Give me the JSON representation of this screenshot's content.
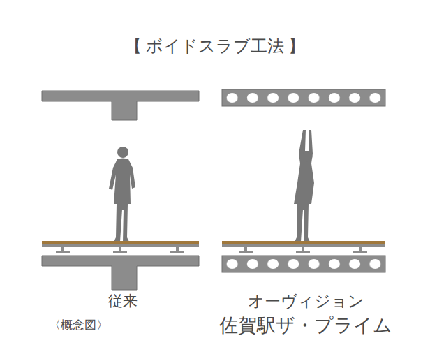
{
  "diagram": {
    "title": "【 ボイドスラブ工法 】",
    "labels": [
      "従来",
      "〈概念図〉",
      "オーヴィジョン",
      "佐賀駅ザ・プライム"
    ]
  }
}
